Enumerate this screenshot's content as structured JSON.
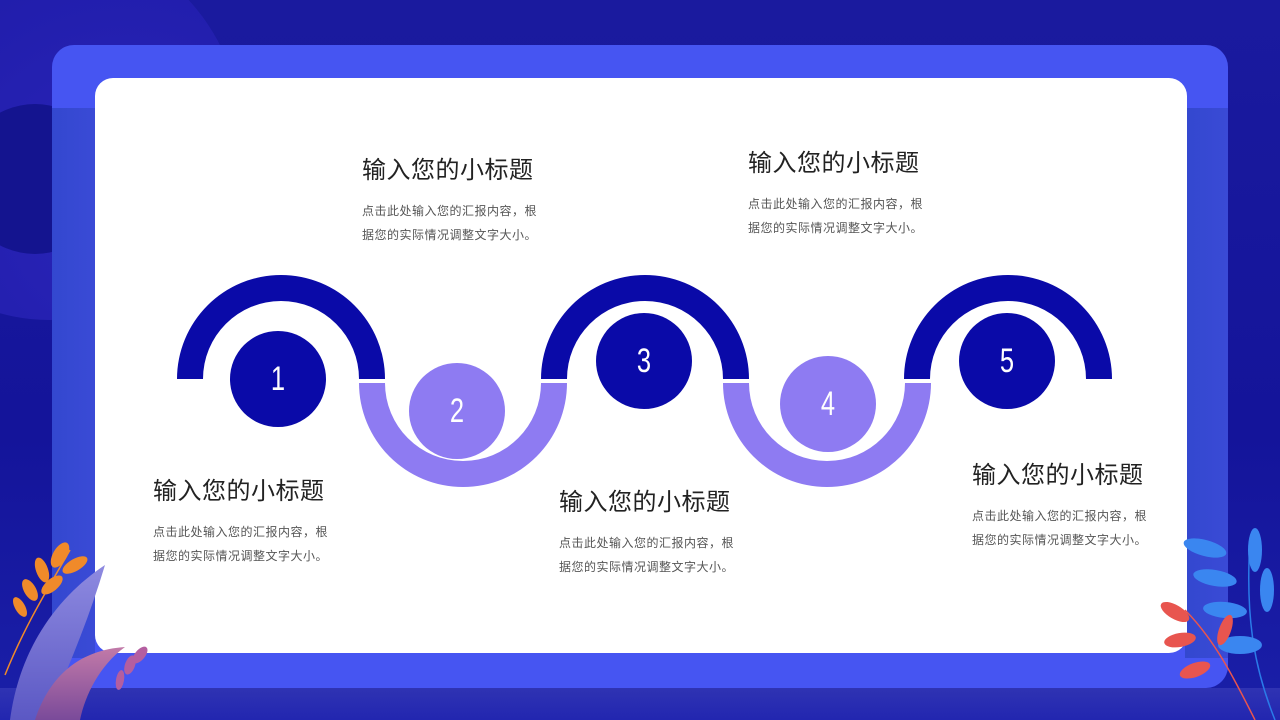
{
  "colors": {
    "background": "#14149a",
    "frame": "#4655f2",
    "card": "#ffffff",
    "dark_arc": "#0a0aa8",
    "light_arc": "#8e7bf2",
    "title_text": "#222222",
    "body_text": "#555555"
  },
  "steps": [
    {
      "number": "1",
      "title": "输入您的小标题",
      "body": "点击此处输入您的汇报内容，根据您的实际情况调整文字大小。"
    },
    {
      "number": "2",
      "title": "输入您的小标题",
      "body": "点击此处输入您的汇报内容，根据您的实际情况调整文字大小。"
    },
    {
      "number": "3",
      "title": "输入您的小标题",
      "body": "点击此处输入您的汇报内容，根据您的实际情况调整文字大小。"
    },
    {
      "number": "4",
      "title": "输入您的小标题",
      "body": "点击此处输入您的汇报内容，根据您的实际情况调整文字大小。"
    },
    {
      "number": "5",
      "title": "输入您的小标题",
      "body": "点击此处输入您的汇报内容，根据您的实际情况调整文字大小。"
    }
  ],
  "decorations": {
    "left_plant": "leaf-plant-icon",
    "right_plant": "leaf-plant-icon"
  }
}
